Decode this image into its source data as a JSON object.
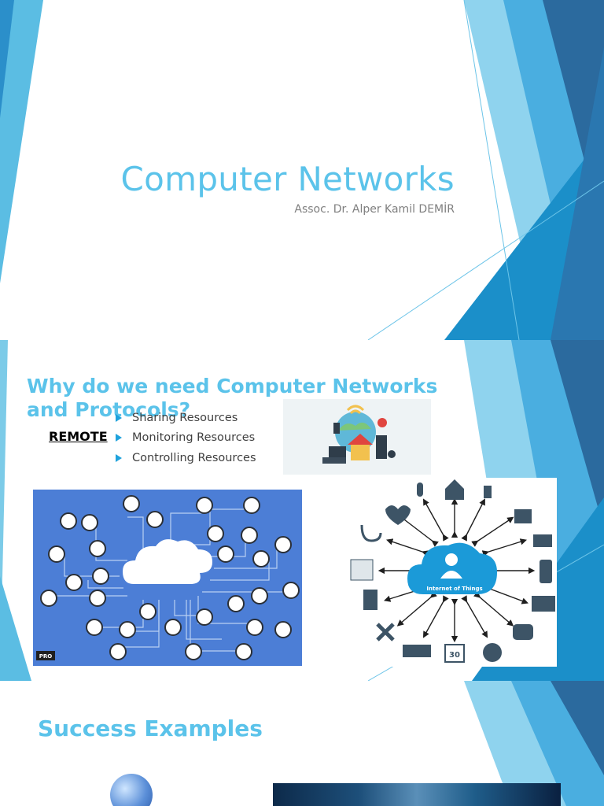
{
  "slide1": {
    "title": "Computer Networks",
    "subtitle": "Assoc. Dr. Alper Kamil DEMİR"
  },
  "slide2": {
    "title": "Why do we need Computer Networks and Protocols?",
    "remote_label": "REMOTE",
    "bullets": [
      "Sharing Resources",
      "Monitoring Resources",
      "Controlling Resources"
    ],
    "iot_hub_label": "Internet of Things",
    "cloud_image_badge": "PRO",
    "calendar_number": "30"
  },
  "slide3": {
    "title": "Success Examples"
  },
  "colors": {
    "accent": "#5bc3ea",
    "bullet": "#1fa2dc",
    "deco_dark": "#2b6a9e",
    "deco_mid": "#1b8fc9",
    "deco_light": "#7ccbe8"
  }
}
